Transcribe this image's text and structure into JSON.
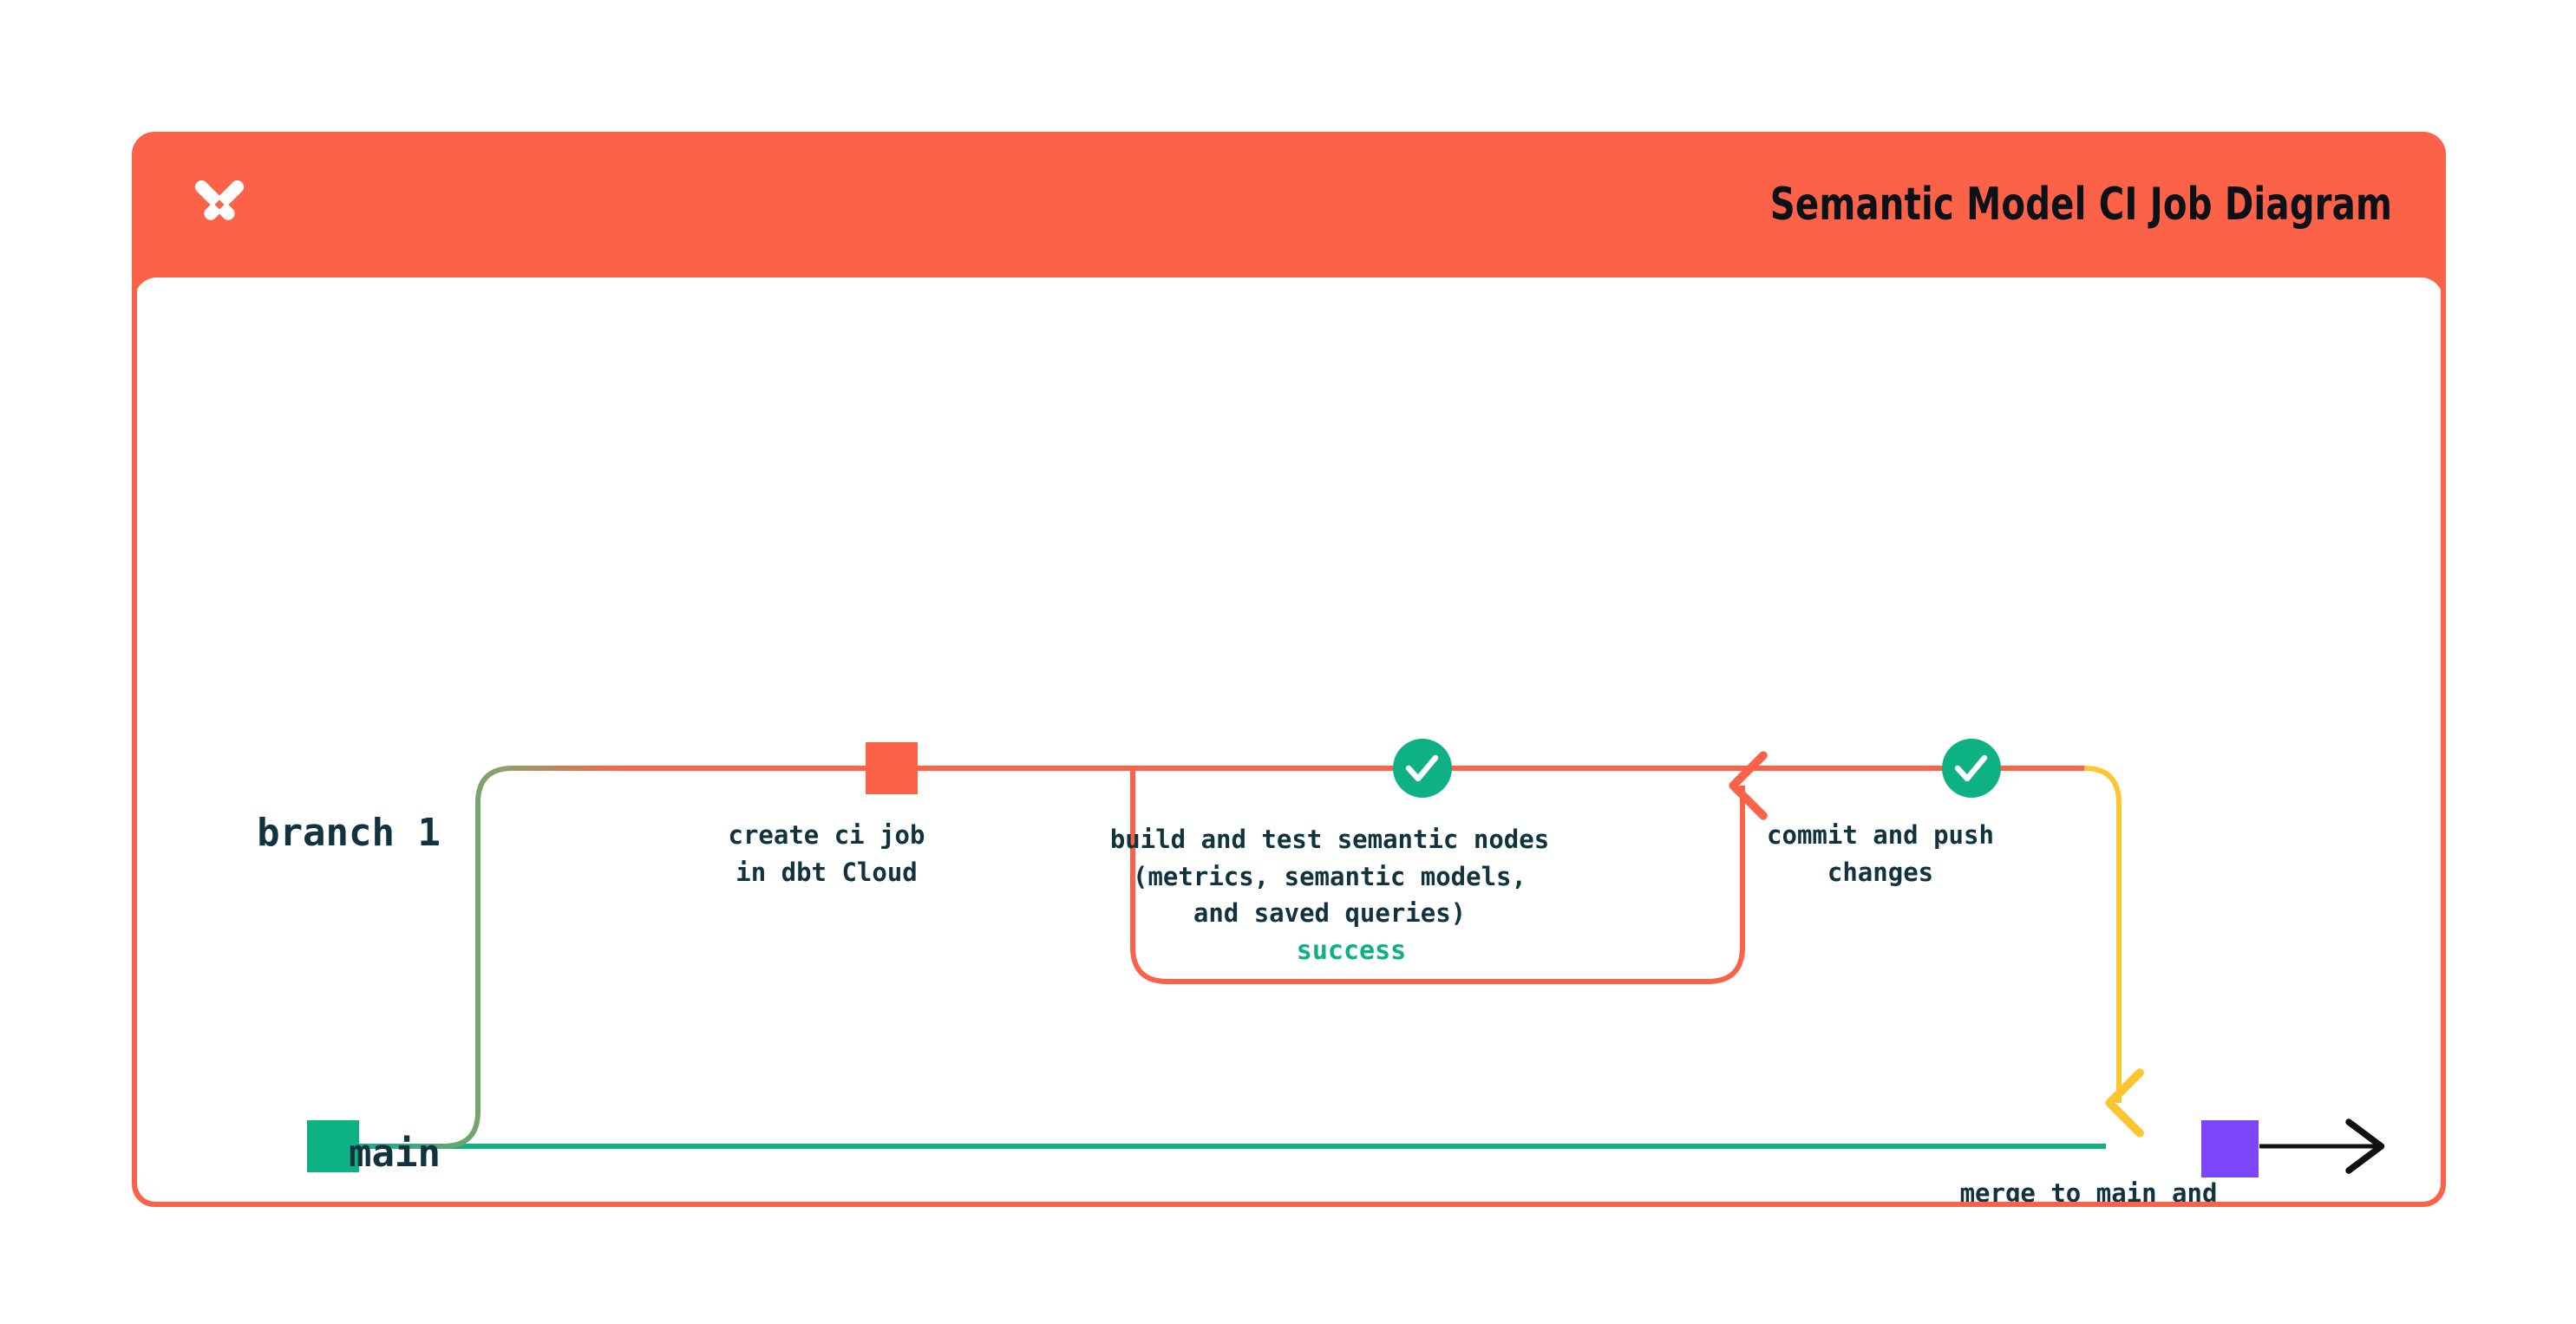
{
  "card": {
    "title": "Semantic Model CI Job Diagram",
    "logo_icon": "dbt-logo-icon",
    "header_color": "#FC6248",
    "border_color": "#FC6248",
    "background_color": "#FFFFFF"
  },
  "diagram": {
    "type": "git-branch-flow",
    "lanes": [
      {
        "id": "branch",
        "label": "branch 1",
        "line_color": "#FC6248"
      },
      {
        "id": "main",
        "label": "main",
        "line_color": "#0DB184"
      }
    ],
    "nodes": [
      {
        "id": "create-ci-job",
        "lane": "branch",
        "marker": "square",
        "marker_color": "#FC6248",
        "caption": "create ci job\nin dbt Cloud"
      },
      {
        "id": "build-and-test",
        "lane": "branch",
        "marker": "check-circle",
        "marker_color": "#0DB184",
        "caption": "build and test semantic nodes\n(metrics, semantic models,\nand saved queries)"
      },
      {
        "id": "commit-and-push",
        "lane": "branch",
        "marker": "check-circle",
        "marker_color": "#0DB184",
        "caption": "commit and push\nchanges"
      },
      {
        "id": "merge-to-main",
        "lane": "main",
        "marker": "square",
        "marker_color": "#7B45FC",
        "caption": "merge to main and\ndeploy to production"
      }
    ],
    "edges": [
      {
        "id": "success-loop",
        "label": "success",
        "label_color": "#0DB184",
        "color": "#FC6248"
      },
      {
        "id": "merge-edge",
        "label": "",
        "color": "#FDC62E"
      },
      {
        "id": "main-continue",
        "label": "",
        "color": "#000000"
      }
    ],
    "text_color": "#11333F"
  }
}
